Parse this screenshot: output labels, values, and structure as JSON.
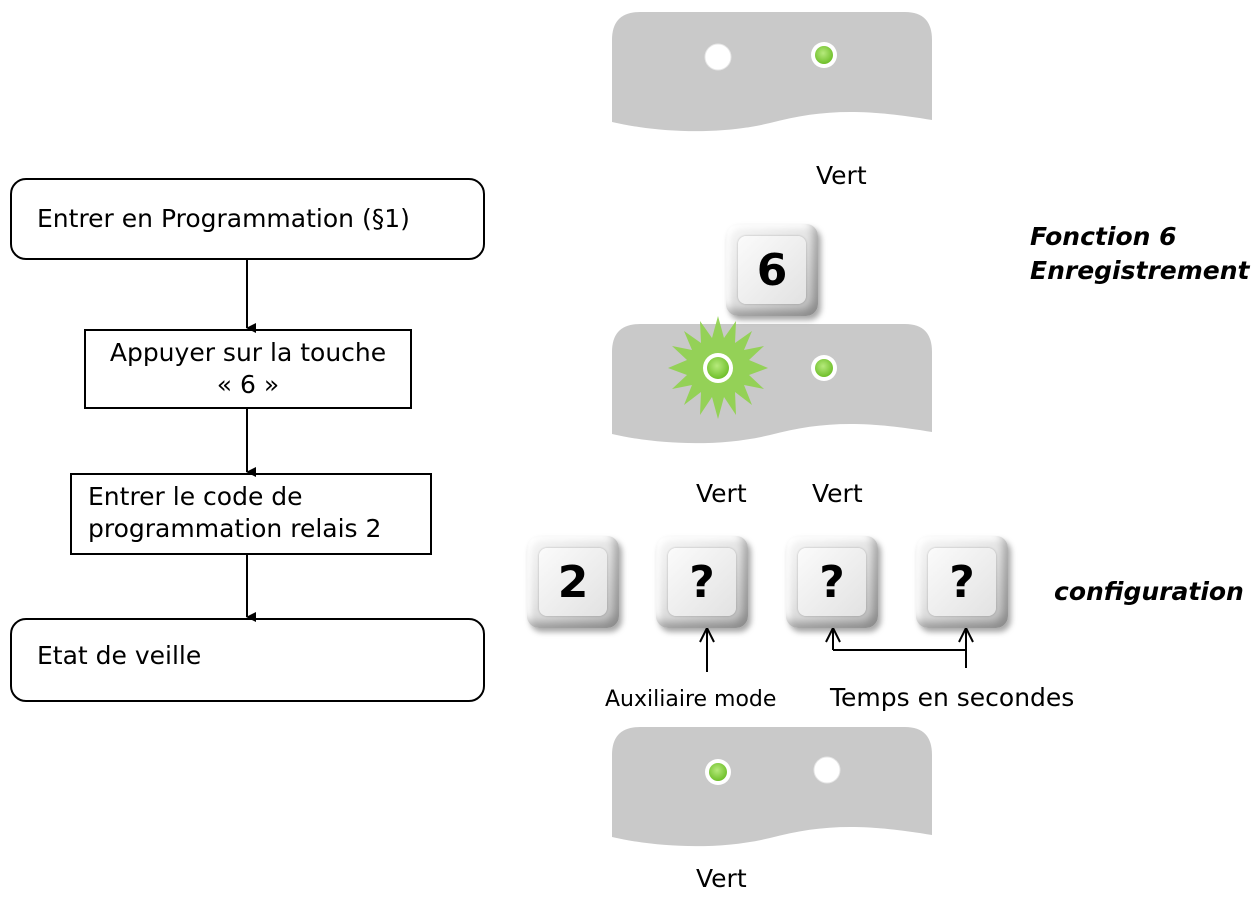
{
  "flowchart": {
    "step1": "Entrer en Programmation (§1)",
    "step2_line1": "Appuyer sur la touche",
    "step2_line2": "« 6 »",
    "step3_line1": "Entrer le code de",
    "step3_line2": "programmation relais 2",
    "step4": "Etat de veille"
  },
  "panels": {
    "panel1_label": "Vert",
    "panel2_label_left": "Vert",
    "panel2_label_right": "Vert",
    "panel3_label": "Vert"
  },
  "keys": {
    "function_key": "6",
    "key_2": "2",
    "key_q1": "?",
    "key_q2": "?",
    "key_q3": "?"
  },
  "annotations": {
    "function_title_line1": "Fonction 6",
    "function_title_line2": "Enregistrement",
    "configuration": "configuration",
    "auxiliaire": "Auxiliaire mode",
    "temps": "Temps en secondes"
  },
  "colors": {
    "led_green": "#8ed14a",
    "panel_gray": "#c9c9c9",
    "star_green": "#8ed14a"
  }
}
